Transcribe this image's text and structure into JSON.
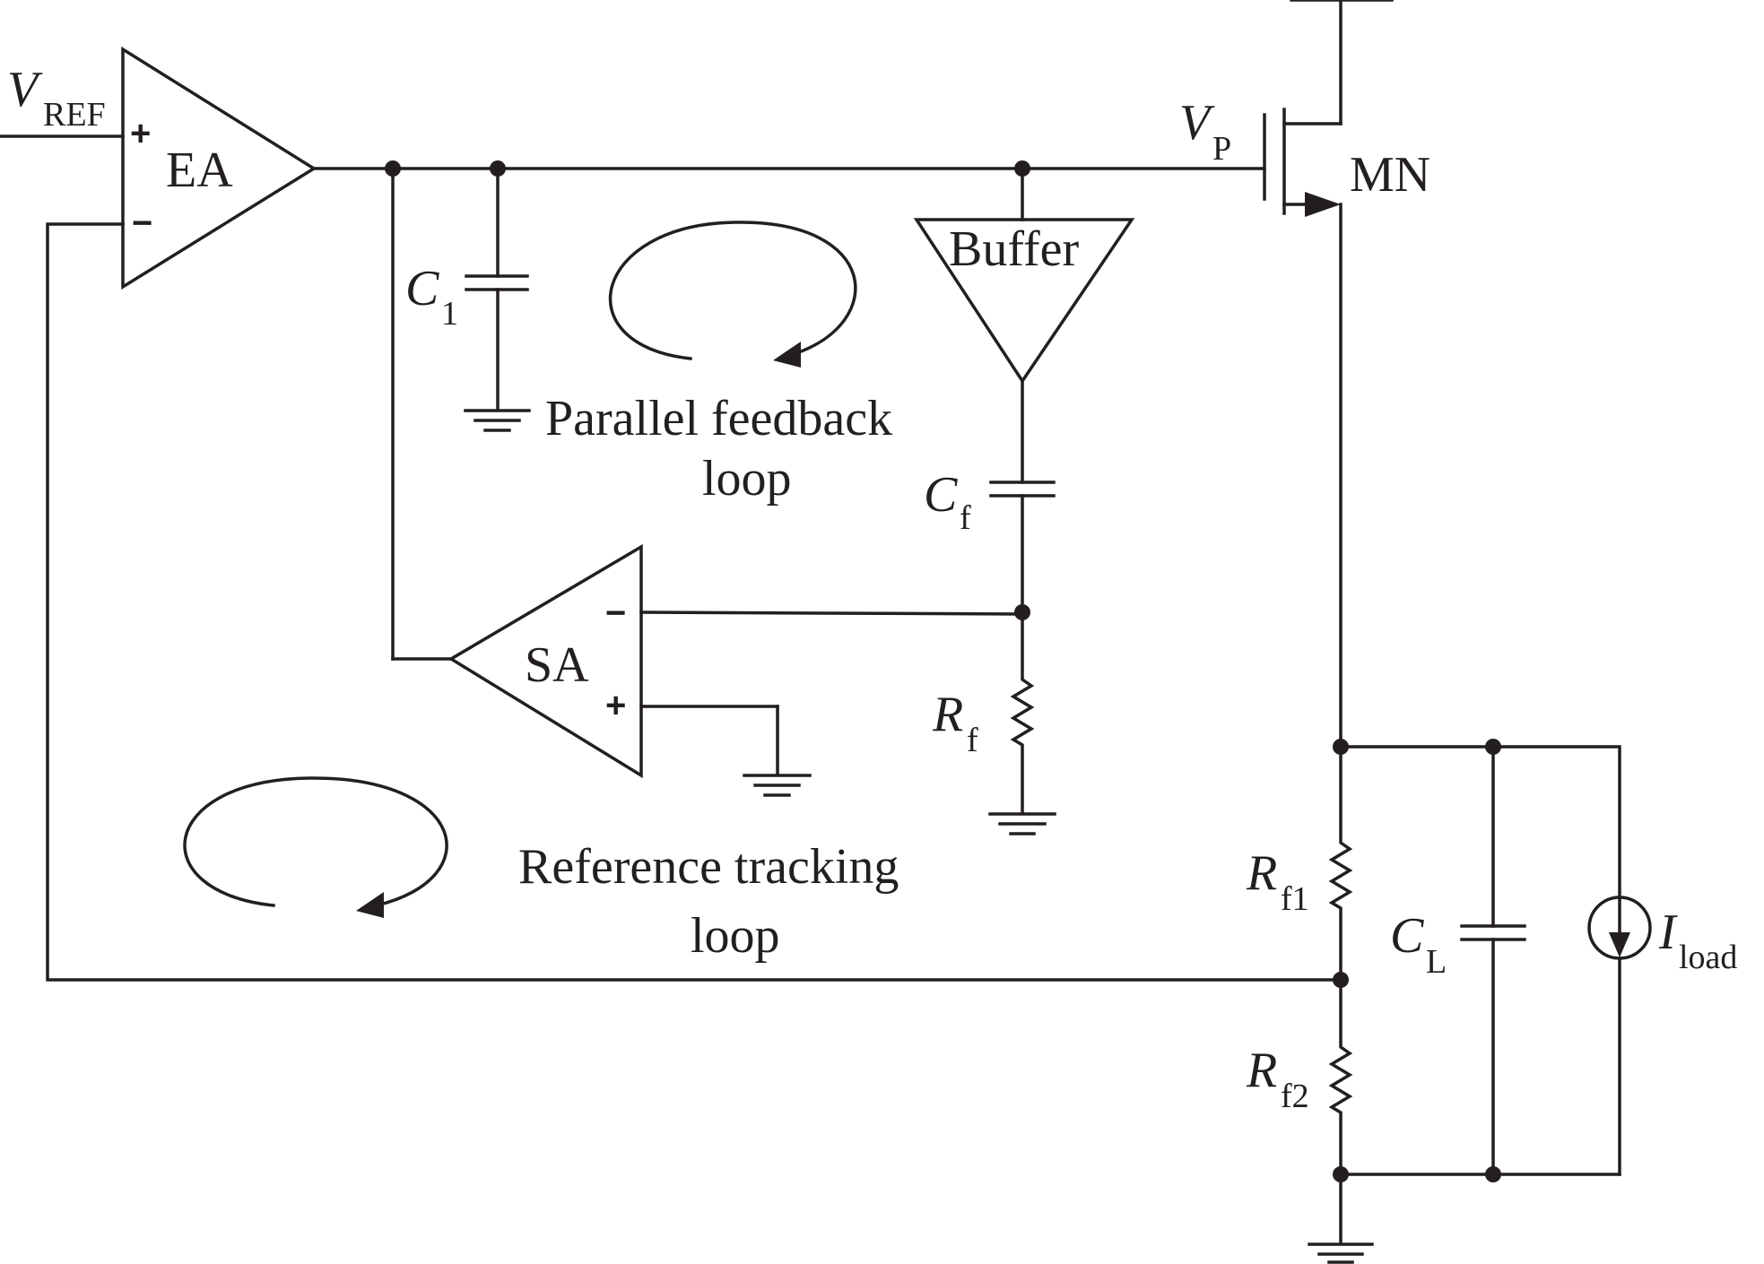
{
  "labels": {
    "vref_main": "V",
    "vref_sub": "REF",
    "ea": "EA",
    "ea_plus": "+",
    "ea_minus": "−",
    "c1_main": "C",
    "c1_sub": "1",
    "buffer": "Buffer",
    "vp_main": "V",
    "vp_sub": "P",
    "mn": "MN",
    "cf_main": "C",
    "cf_sub": "f",
    "sa": "SA",
    "sa_plus": "+",
    "sa_minus": "−",
    "rf_main": "R",
    "rf_sub": "f",
    "rf1_main": "R",
    "rf1_sub": "f1",
    "rf2_main": "R",
    "rf2_sub": "f2",
    "cl_main": "C",
    "cl_sub": "L",
    "iload_main": "I",
    "iload_sub": "load",
    "parallel_line1": "Parallel feedback",
    "parallel_line2": "loop",
    "reference_line1": "Reference tracking",
    "reference_line2": "loop"
  }
}
